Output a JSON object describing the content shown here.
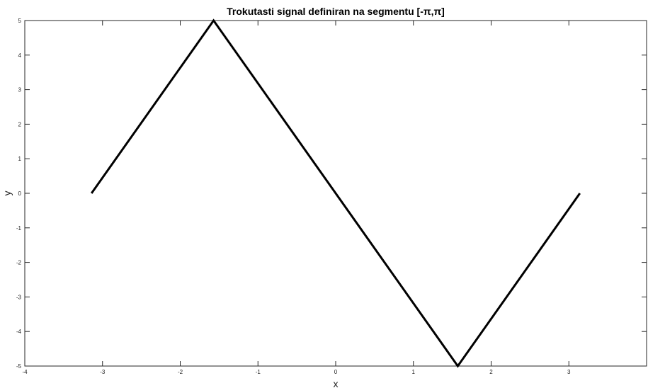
{
  "chart_data": {
    "type": "line",
    "title": "Trokutasti signal definiran na segmentu [-π,π]",
    "xlabel": "x",
    "ylabel": "y",
    "xlim": [
      -4,
      4
    ],
    "ylim": [
      -5,
      5
    ],
    "xticks": [
      -4,
      -3,
      -2,
      -1,
      0,
      1,
      2,
      3
    ],
    "xtick_labels": [
      "-4",
      "-3",
      "-2",
      "-1",
      "0",
      "1",
      "2",
      "3"
    ],
    "yticks": [
      -5,
      -4,
      -3,
      -2,
      -1,
      0,
      1,
      2,
      3,
      4,
      5
    ],
    "ytick_labels": [
      "-5",
      "-4",
      "-3",
      "-2",
      "-1",
      "0",
      "1",
      "2",
      "3",
      "4",
      "5"
    ],
    "grid": false,
    "series": [
      {
        "x": [
          -3.1416,
          -1.5708,
          1.5708,
          3.1416
        ],
        "y": [
          0,
          5,
          -5,
          0
        ],
        "color": "#000000"
      }
    ]
  }
}
